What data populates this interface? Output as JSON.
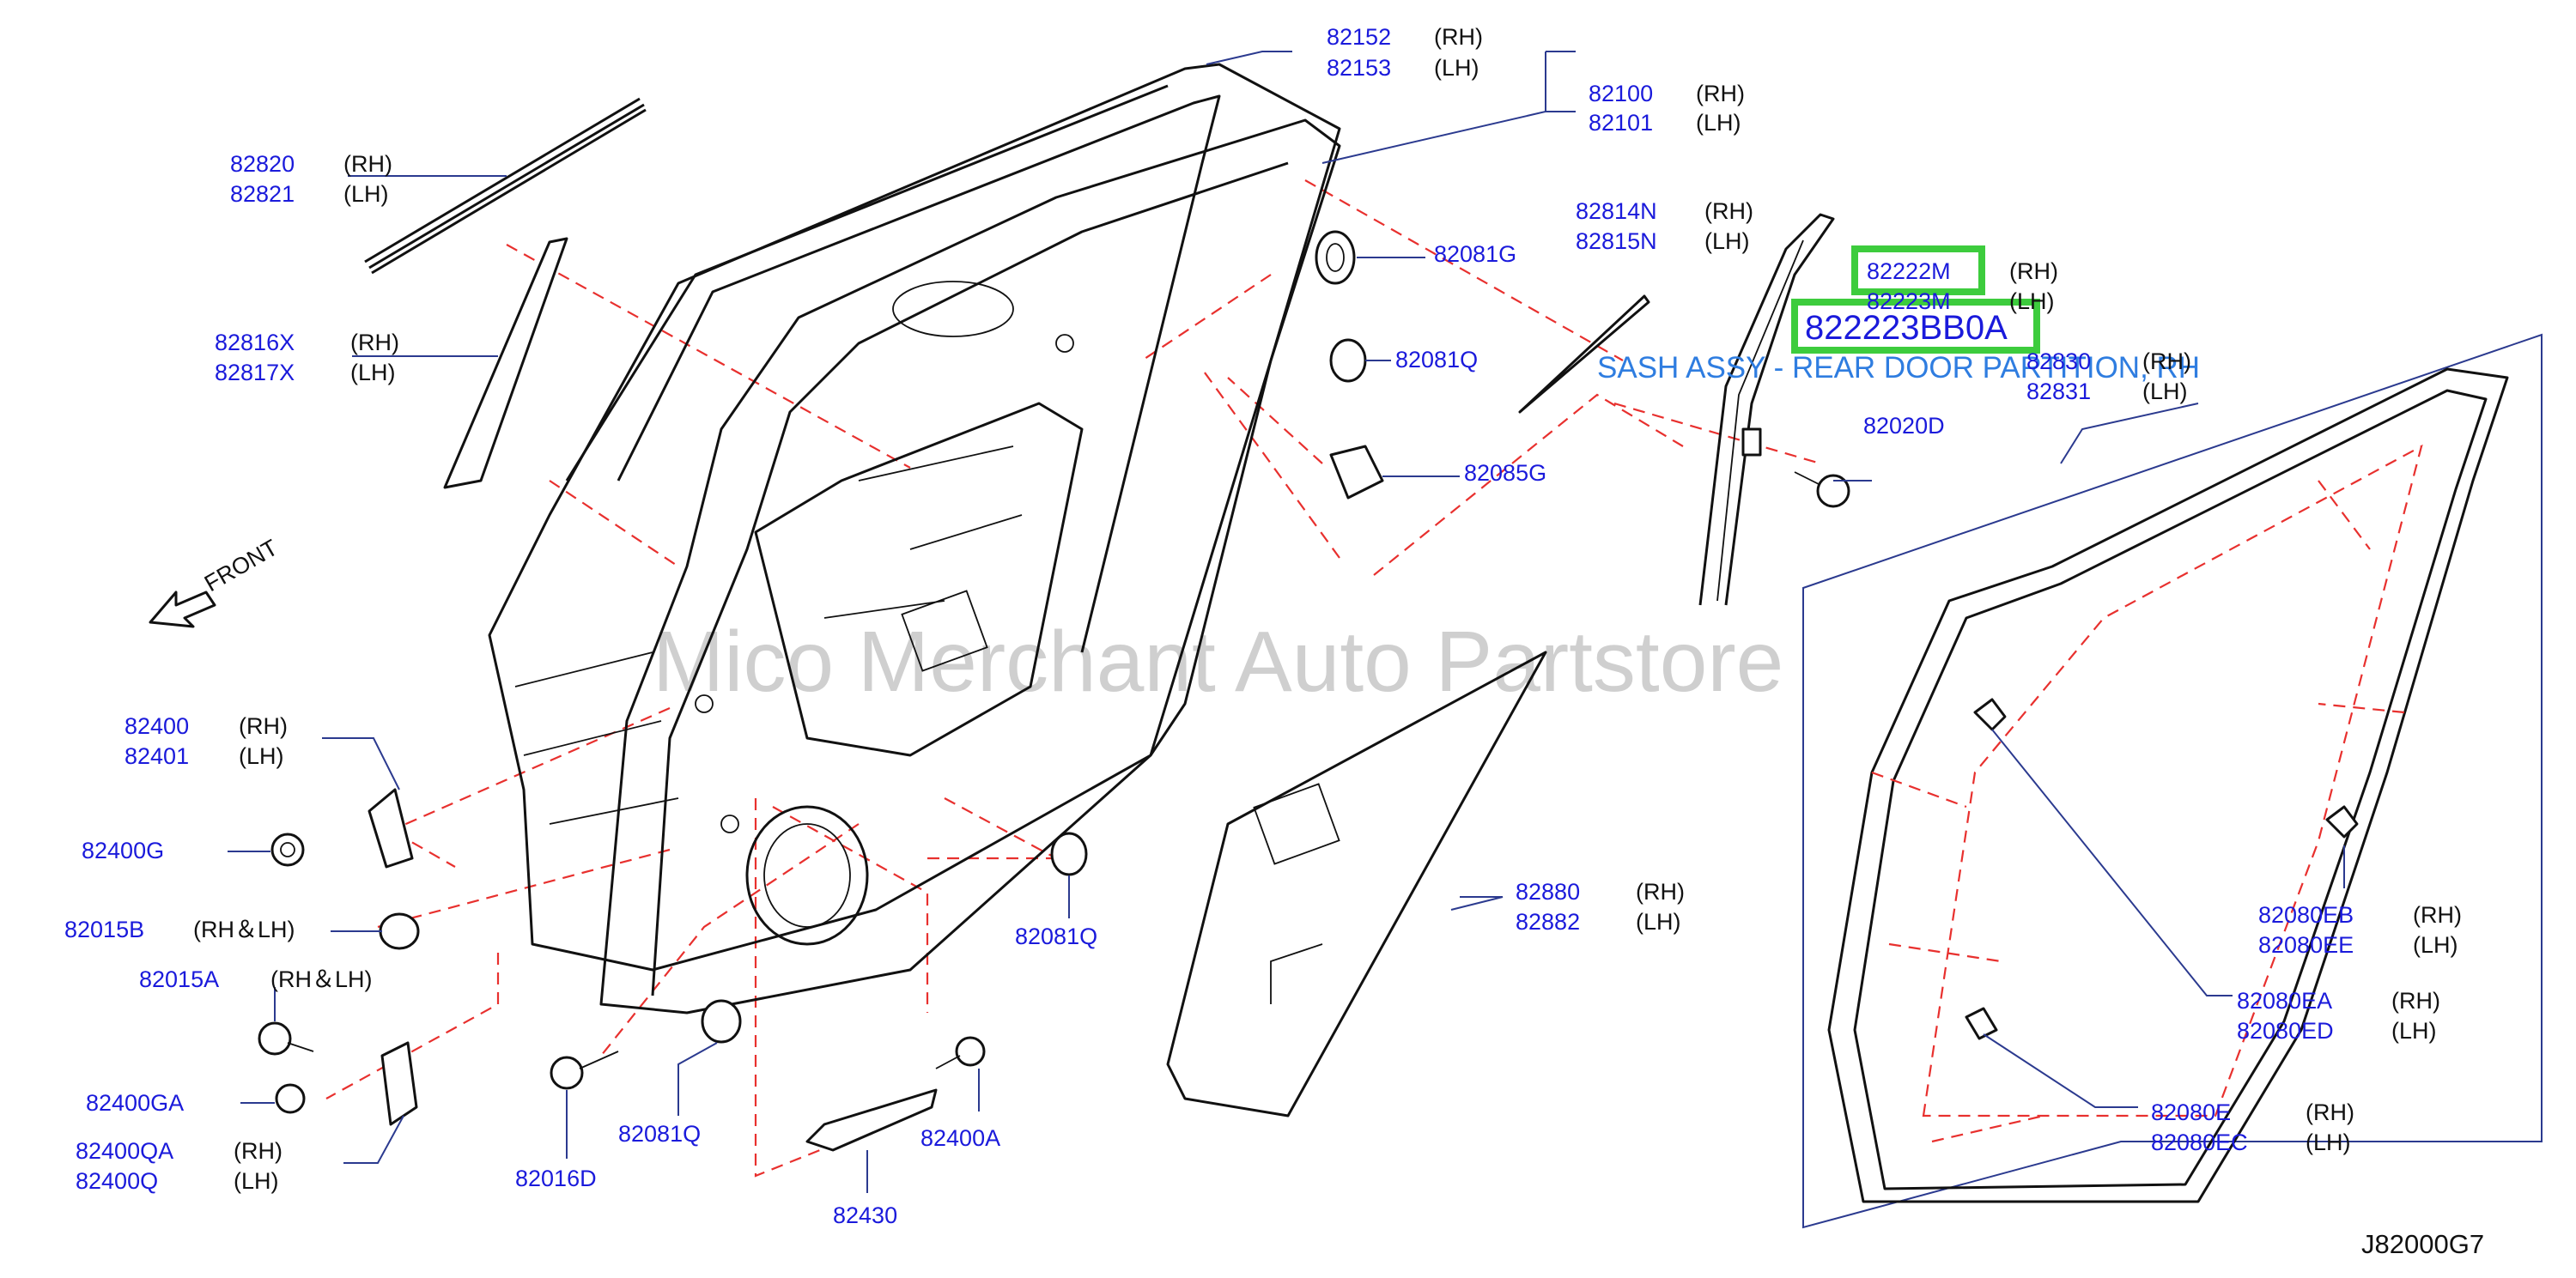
{
  "diagram_code": "J82000G7",
  "front_label": "FRONT",
  "watermark": "Mico Merchant Auto Partstore",
  "highlight_part": "822223BB0A",
  "highlight_callout": "SASH ASSY - REAR DOOR PARTITION, RH",
  "labels": [
    {
      "id": "p82152",
      "part": "82152",
      "side": "(RH)"
    },
    {
      "id": "p82153",
      "part": "82153",
      "side": "(LH)"
    },
    {
      "id": "p82100",
      "part": "82100",
      "side": "(RH)"
    },
    {
      "id": "p82101",
      "part": "82101",
      "side": "(LH)"
    },
    {
      "id": "p82820",
      "part": "82820",
      "side": "(RH)"
    },
    {
      "id": "p82821",
      "part": "82821",
      "side": "(LH)"
    },
    {
      "id": "p82081G",
      "part": "82081G",
      "side": ""
    },
    {
      "id": "p82814N",
      "part": "82814N",
      "side": "(RH)"
    },
    {
      "id": "p82815N",
      "part": "82815N",
      "side": "(LH)"
    },
    {
      "id": "p82222M",
      "part": "82222M",
      "side": "(RH)"
    },
    {
      "id": "p82223M",
      "part": "82223M",
      "side": "(LH)"
    },
    {
      "id": "p82816X",
      "part": "82816X",
      "side": "(RH)"
    },
    {
      "id": "p82817X",
      "part": "82817X",
      "side": "(LH)"
    },
    {
      "id": "p82081Q_top",
      "part": "82081Q",
      "side": ""
    },
    {
      "id": "p82830",
      "part": "82830",
      "side": "(RH)"
    },
    {
      "id": "p82831",
      "part": "82831",
      "side": "(LH)"
    },
    {
      "id": "p82020D",
      "part": "82020D",
      "side": ""
    },
    {
      "id": "p82085G",
      "part": "82085G",
      "side": ""
    },
    {
      "id": "p82400",
      "part": "82400",
      "side": "(RH)"
    },
    {
      "id": "p82401",
      "part": "82401",
      "side": "(LH)"
    },
    {
      "id": "p82400G",
      "part": "82400G",
      "side": ""
    },
    {
      "id": "p82015B",
      "part": "82015B",
      "side": "(RH＆LH)"
    },
    {
      "id": "p82015A",
      "part": "82015A",
      "side": "(RH＆LH)"
    },
    {
      "id": "p82400GA",
      "part": "82400GA",
      "side": ""
    },
    {
      "id": "p82400QA",
      "part": "82400QA",
      "side": "(RH)"
    },
    {
      "id": "p82400Q",
      "part": "82400Q",
      "side": "(LH)"
    },
    {
      "id": "p82016D",
      "part": "82016D",
      "side": ""
    },
    {
      "id": "p82081Q_low",
      "part": "82081Q",
      "side": ""
    },
    {
      "id": "p82081Q_mid",
      "part": "82081Q",
      "side": ""
    },
    {
      "id": "p82400A",
      "part": "82400A",
      "side": ""
    },
    {
      "id": "p82430",
      "part": "82430",
      "side": ""
    },
    {
      "id": "p82880",
      "part": "82880",
      "side": "(RH)"
    },
    {
      "id": "p82882",
      "part": "82882",
      "side": "(LH)"
    },
    {
      "id": "p82080EB",
      "part": "82080EB",
      "side": "(RH)"
    },
    {
      "id": "p82080EE",
      "part": "82080EE",
      "side": "(LH)"
    },
    {
      "id": "p82080EA",
      "part": "82080EA",
      "side": "(RH)"
    },
    {
      "id": "p82080ED",
      "part": "82080ED",
      "side": "(LH)"
    },
    {
      "id": "p82080E",
      "part": "82080E",
      "side": "(RH)"
    },
    {
      "id": "p82080EC",
      "part": "82080EC",
      "side": "(LH)"
    }
  ]
}
